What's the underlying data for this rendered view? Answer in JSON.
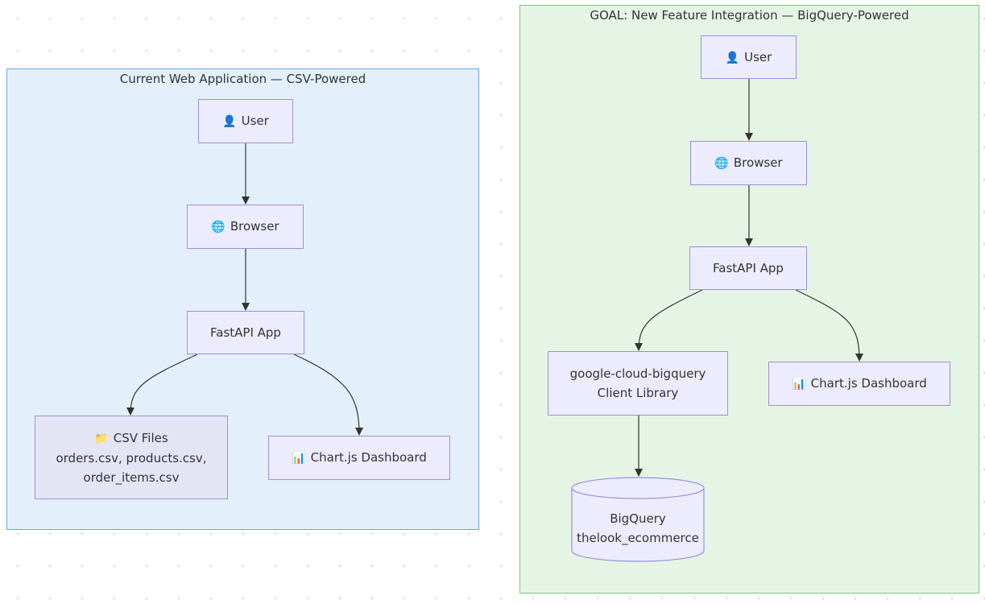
{
  "current_app": {
    "title": "Current Web Application — CSV-Powered",
    "nodes": {
      "user": {
        "icon": "👤",
        "label": "User"
      },
      "browser": {
        "icon": "🌐",
        "label": "Browser"
      },
      "fastapi": {
        "label": "FastAPI App"
      },
      "csv": {
        "icon": "📁",
        "line1": "CSV Files",
        "line2": "orders.csv, products.csv,",
        "line3": "order_items.csv"
      },
      "dashboard": {
        "icon": "📊",
        "label": "Chart.js Dashboard"
      }
    }
  },
  "goal": {
    "title": "GOAL: New Feature Integration — BigQuery-Powered",
    "nodes": {
      "user": {
        "icon": "👤",
        "label": "User"
      },
      "browser": {
        "icon": "🌐",
        "label": "Browser"
      },
      "fastapi": {
        "label": "FastAPI App"
      },
      "client_lib": {
        "line1": "google-cloud-bigquery",
        "line2": "Client Library"
      },
      "dashboard": {
        "icon": "📊",
        "label": "Chart.js Dashboard"
      },
      "bigquery": {
        "line1": "BigQuery",
        "line2": "thelook_ecommerce"
      }
    }
  },
  "colors": {
    "left_fill": "#e3f0fc",
    "left_border": "#6aa5e9",
    "right_fill": "#e6f4e6",
    "right_border": "#7fc37f",
    "node_fill": "#ececfe",
    "node_border": "#9b8fd8",
    "edge": "#333333"
  }
}
